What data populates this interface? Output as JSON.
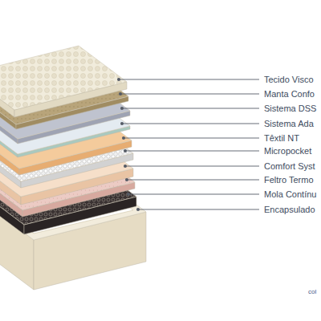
{
  "diagram": {
    "labels": [
      "Tecido Visco",
      "Manta Confo",
      "Sistema DSS",
      "Sistema Ada",
      "Têxtil NT",
      "Micropocket",
      "Comfort Syst",
      "Feltro Termo",
      "Mola Contínu",
      "Encapsulado",
      "col"
    ]
  }
}
